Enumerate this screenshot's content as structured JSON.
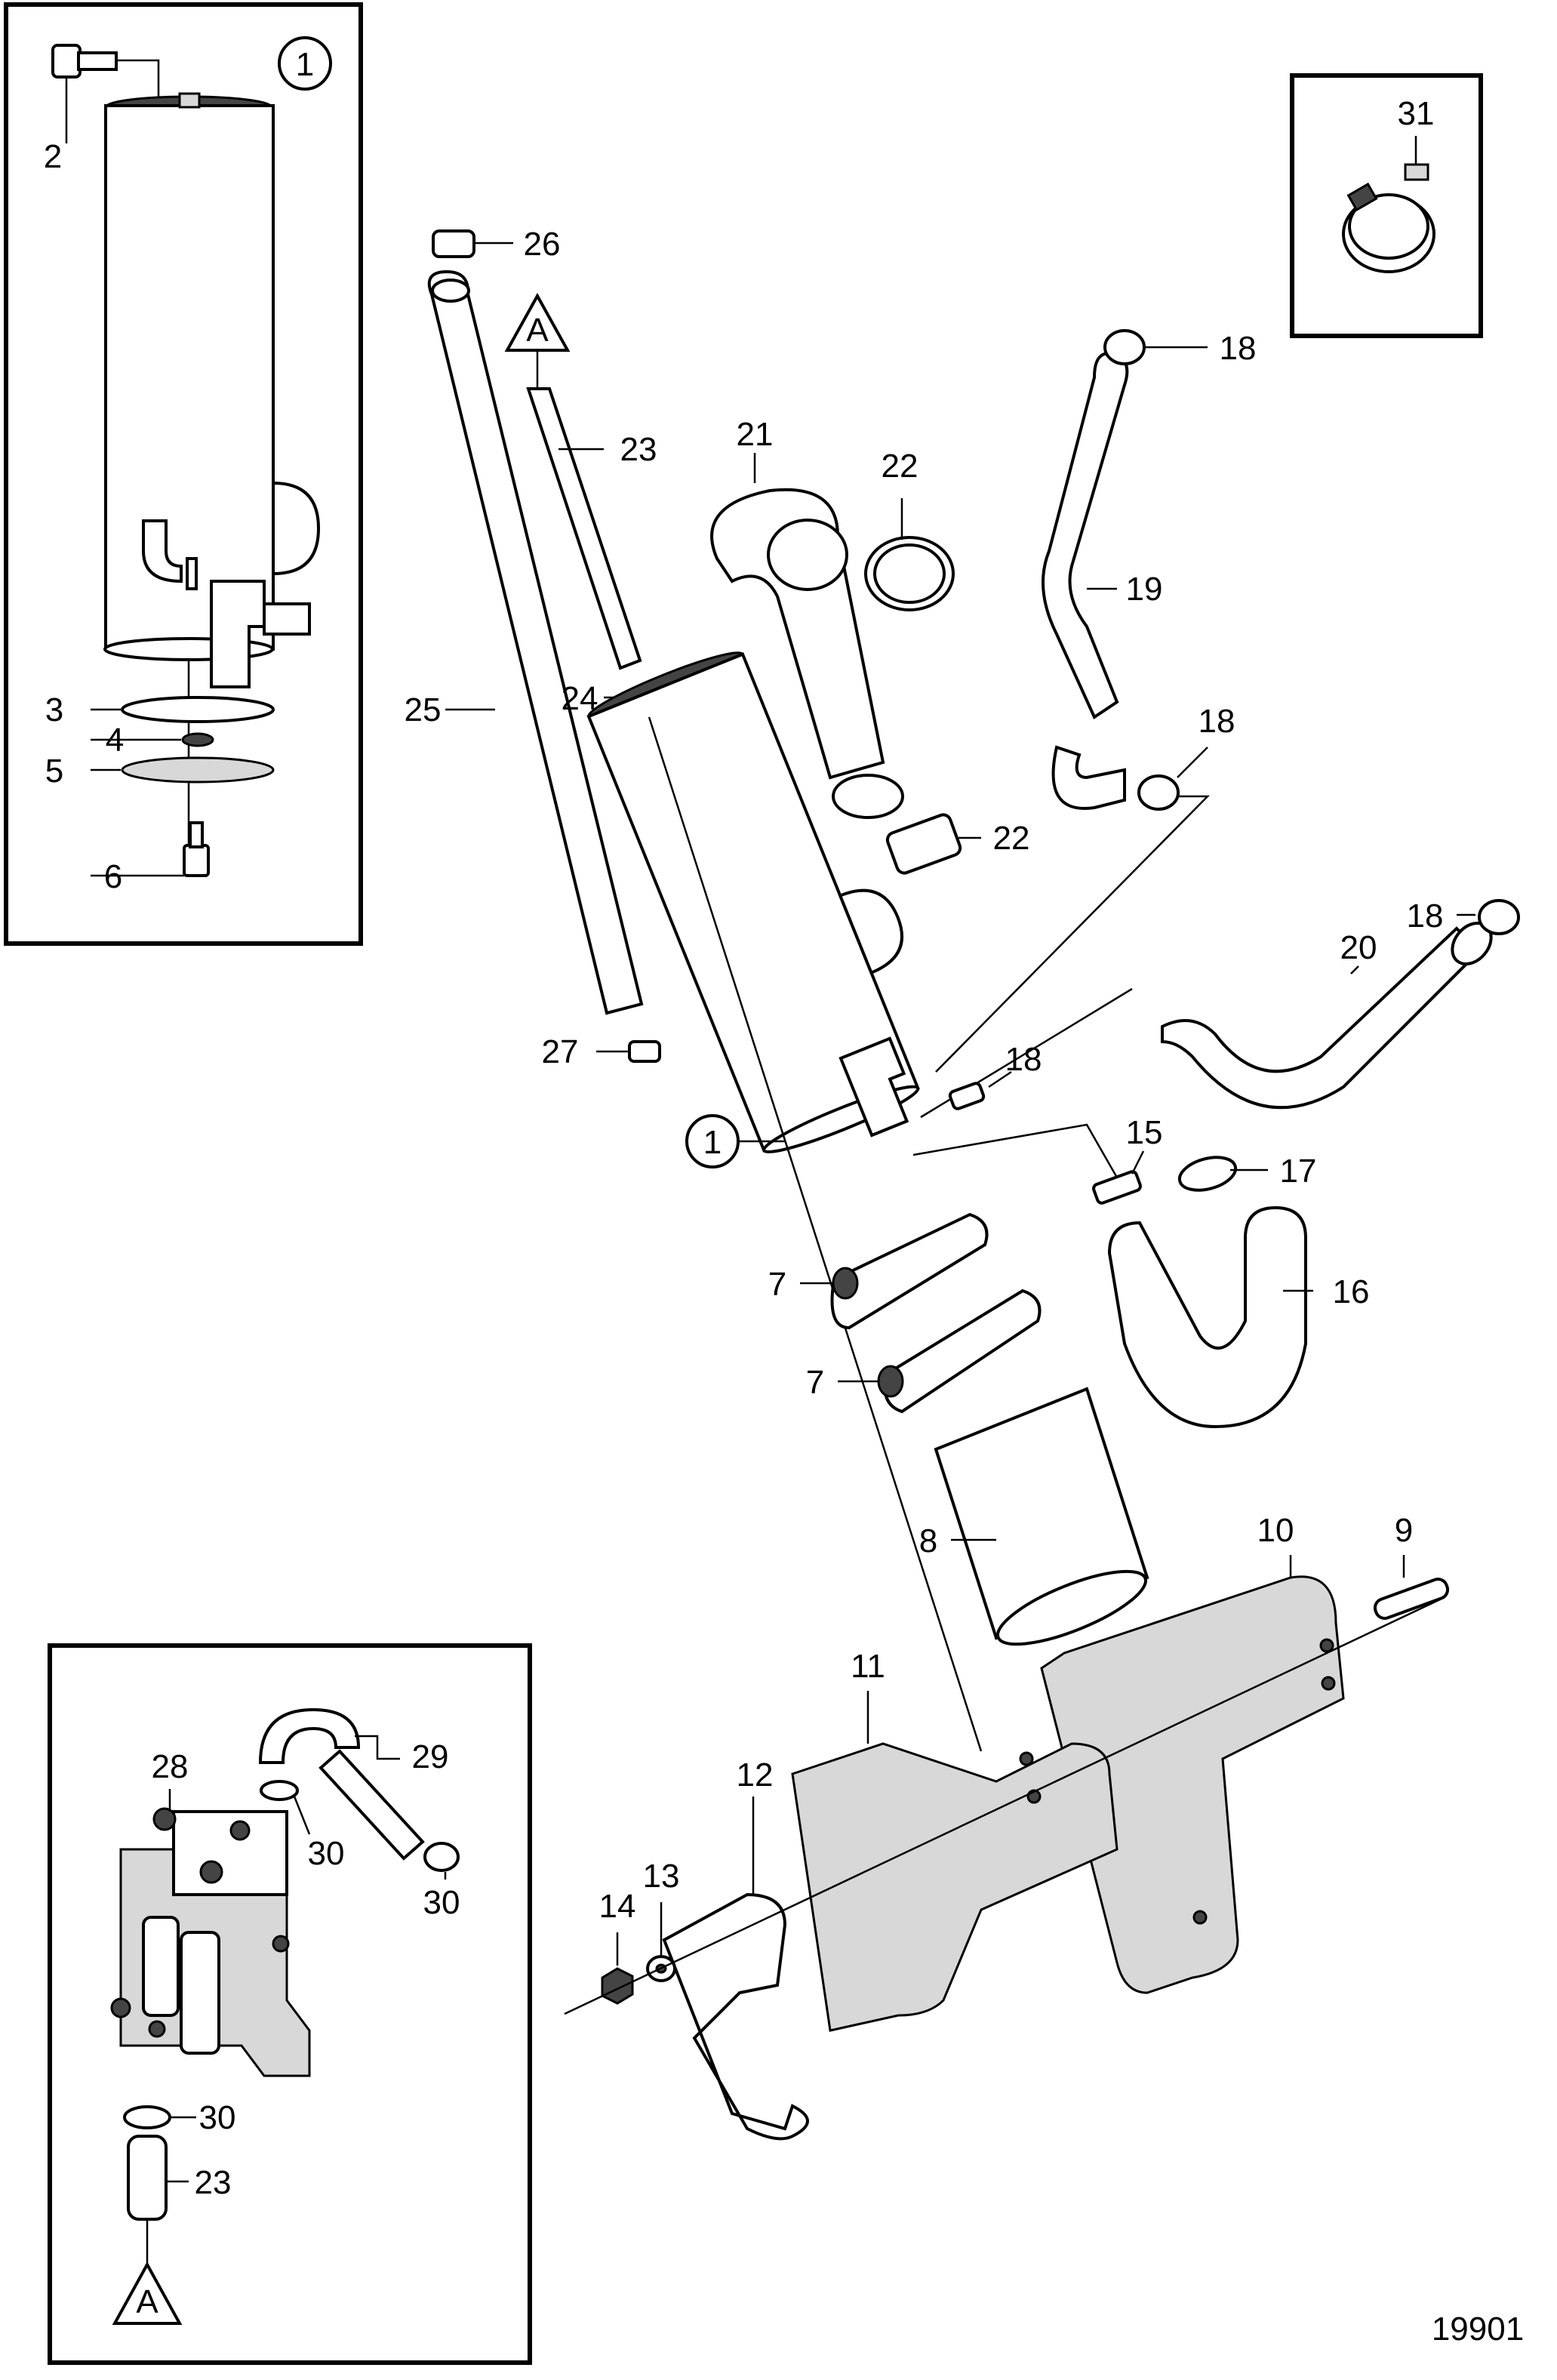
{
  "diagram_id": "19901",
  "callouts": [
    "1",
    "2",
    "3",
    "4",
    "5",
    "6",
    "7",
    "7",
    "8",
    "9",
    "10",
    "11",
    "12",
    "13",
    "14",
    "15",
    "16",
    "17",
    "18",
    "18",
    "18",
    "18",
    "19",
    "20",
    "21",
    "22",
    "22",
    "23",
    "23",
    "24",
    "25",
    "26",
    "27",
    "28",
    "29",
    "30",
    "30",
    "30",
    "31"
  ],
  "markers": {
    "ref_a_top": "A",
    "ref_a_bottom": "A",
    "circle_1_top": "1",
    "circle_1_main": "1"
  },
  "labels": {
    "l2": "2",
    "l3": "3",
    "l4": "4",
    "l5": "5",
    "l6": "6",
    "l7a": "7",
    "l7b": "7",
    "l8": "8",
    "l9": "9",
    "l10": "10",
    "l11": "11",
    "l12": "12",
    "l13": "13",
    "l14": "14",
    "l15": "15",
    "l16": "16",
    "l17": "17",
    "l18a": "18",
    "l18b": "18",
    "l18c": "18",
    "l18d": "18",
    "l19": "19",
    "l20": "20",
    "l21": "21",
    "l22a": "22",
    "l22b": "22",
    "l23a": "23",
    "l23b": "23",
    "l24": "24",
    "l25": "25",
    "l26": "26",
    "l27": "27",
    "l28": "28",
    "l29": "29",
    "l30a": "30",
    "l30b": "30",
    "l30c": "30",
    "l31": "31"
  }
}
